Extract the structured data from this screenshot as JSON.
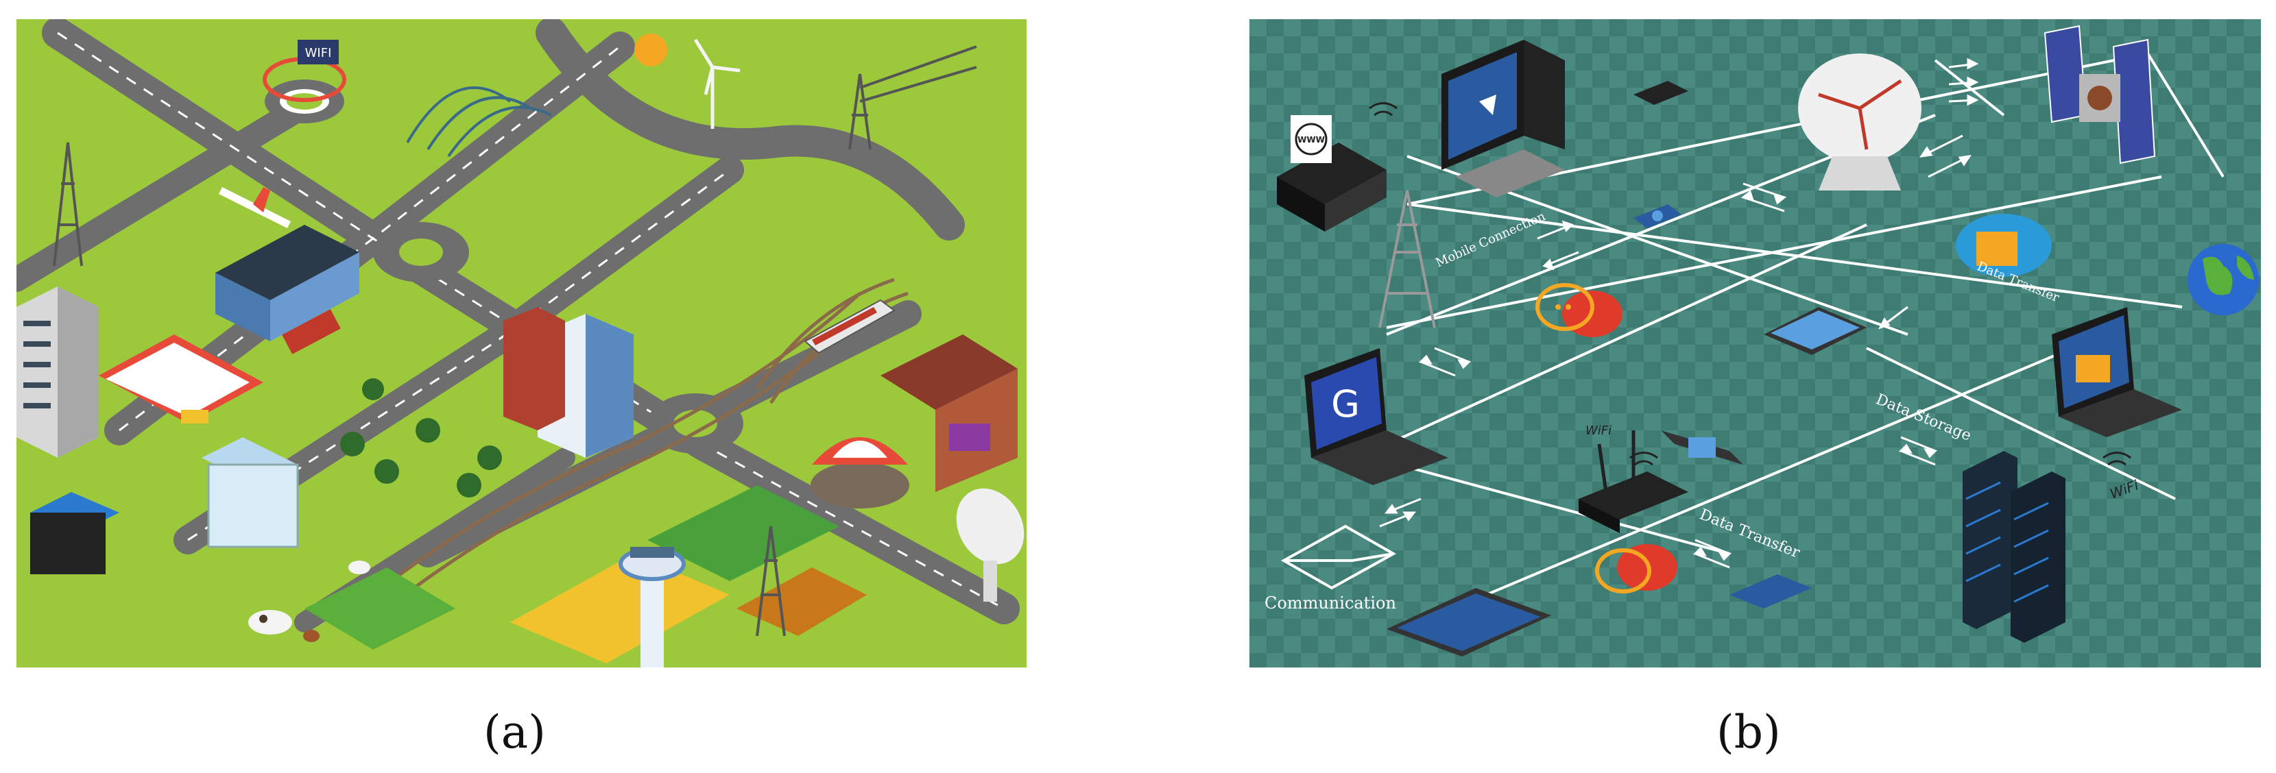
{
  "captions": {
    "a": "(a)",
    "b": "(b)"
  },
  "panel_a": {
    "signs": {
      "wifi": "WIFI"
    },
    "colors": {
      "grass": "#9cc93c",
      "road": "#6e6e6e",
      "field_yellow": "#f2c12e"
    }
  },
  "panel_b": {
    "labels": {
      "mobile_connection": "Mobile Connection",
      "data_transfer_top": "Data Transfer",
      "data_storage": "Data Storage",
      "data_transfer_bottom": "Data Transfer",
      "communication": "Communication",
      "wifi_left": "WiFi",
      "wifi_right": "WiFi",
      "www": "WWW"
    },
    "colors": {
      "background": "#3e7b72",
      "checker": "#4a8a80",
      "line": "#ffffff"
    }
  }
}
